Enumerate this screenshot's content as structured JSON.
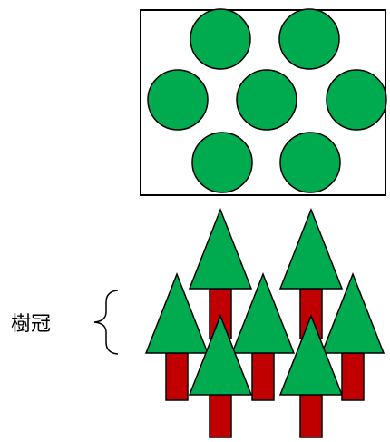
{
  "colors": {
    "crown_fill": "#00aa4f",
    "trunk_fill": "#c00000",
    "outline": "#000000",
    "background": "#ffffff"
  },
  "top_view": {
    "crown_count": 7
  },
  "side_view": {
    "tree_count": 7
  },
  "labels": {
    "crown": "樹冠"
  }
}
